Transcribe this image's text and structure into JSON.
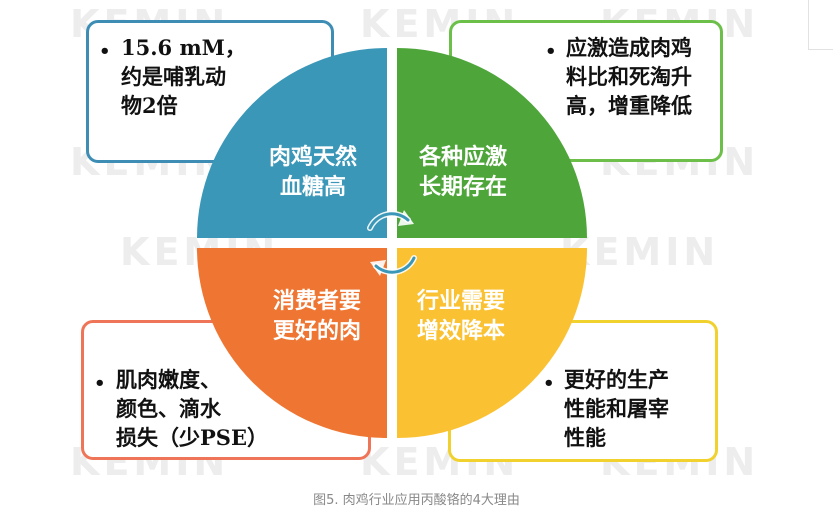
{
  "watermark": "KEMIN",
  "quadrants": {
    "top_left": "肉鸡天然\n血糖高",
    "top_right": "各种应激\n长期存在",
    "bottom_left": "消费者要\n更好的肉",
    "bottom_right": "行业需要\n增效降本"
  },
  "callouts": {
    "top_left": "15.6 mM，\n约是哺乳动\n物2倍",
    "top_right": "应激造成肉鸡\n料比和死淘升\n高，增重降低",
    "bottom_left": "肌肉嫩度、\n颜色、滴水\n损失（少PSE）",
    "bottom_right": "更好的生产\n性能和屠宰\n性能"
  },
  "bullet": "•",
  "caption": "图5. 肉鸡行业应用丙酸铬的4大理由",
  "colors": {
    "blue": "#3a97b8",
    "green": "#4ea63a",
    "orange": "#ef7632",
    "yellow": "#fac233",
    "blue_border": "#3d8db5",
    "green_border": "#6cc04a",
    "orange_border": "#ef7558",
    "yellow_border": "#f1d12d"
  },
  "icons": {
    "center": "cycle-arrows-icon"
  }
}
